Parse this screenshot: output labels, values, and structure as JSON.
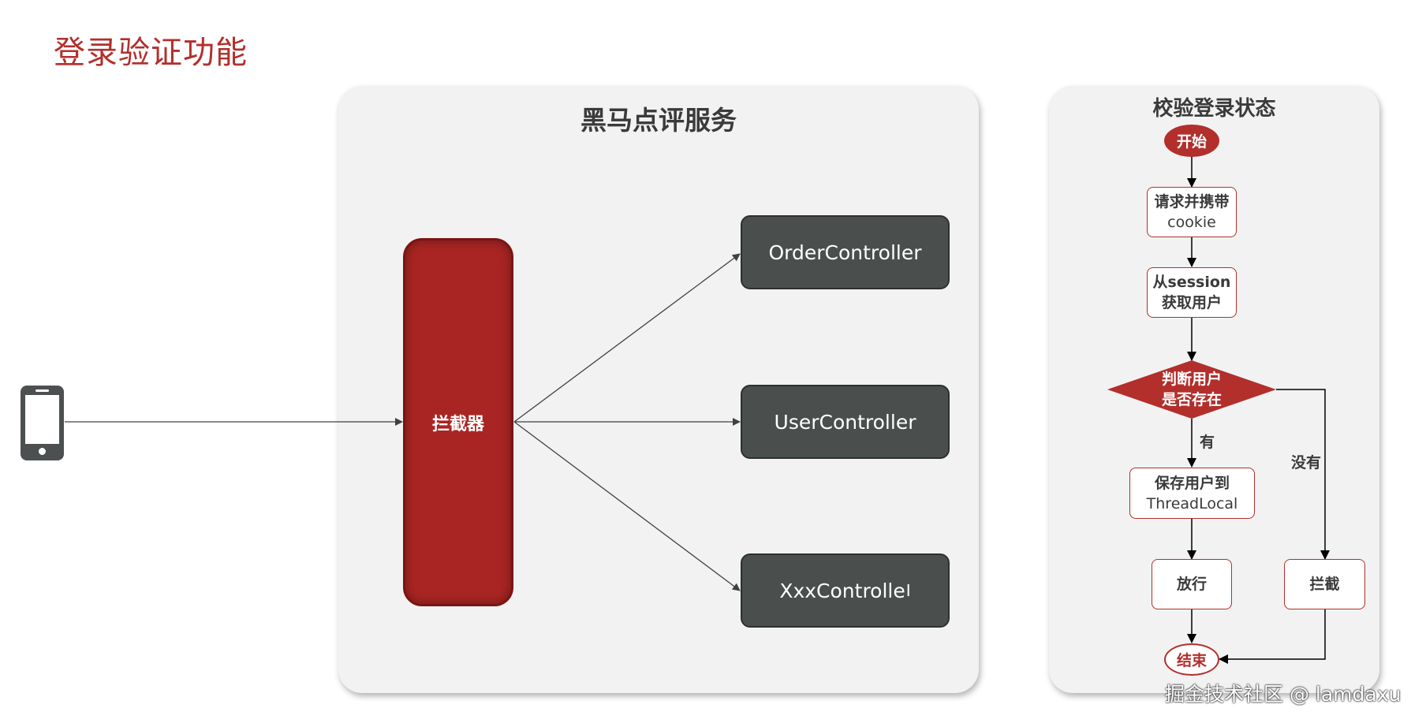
{
  "page_title": "登录验证功能",
  "service_panel": {
    "title": "黑马点评服务",
    "interceptor": "拦截器",
    "controllers": [
      "OrderController",
      "UserController",
      "XxxControlle"
    ]
  },
  "flow_panel": {
    "title": "校验登录状态",
    "start": "开始",
    "step1_line1": "请求并携带",
    "step1_line2": "cookie",
    "step2_line1": "从session",
    "step2_line2": "获取用户",
    "decision_line1": "判断用户",
    "decision_line2": "是否存在",
    "yes_label": "有",
    "no_label": "没有",
    "save_line1": "保存用户到",
    "save_line2": "ThreadLocal",
    "allow": "放行",
    "block": "拦截",
    "end": "结束"
  },
  "watermark": "掘金技术社区 @ lamdaxu",
  "colors": {
    "brand_red": "#b22f2c",
    "controller_gray": "#4a4f4e",
    "panel_bg": "#f2f2f2"
  }
}
